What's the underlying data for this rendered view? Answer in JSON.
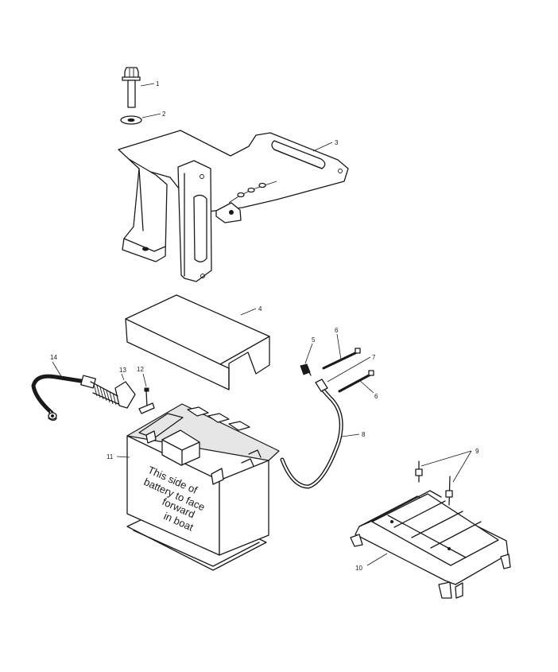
{
  "callouts": {
    "c1": "1",
    "c2": "2",
    "c3": "3",
    "c4": "4",
    "c5": "5",
    "c6a": "6",
    "c6b": "6",
    "c7": "7",
    "c8": "8",
    "c9": "9",
    "c10": "10",
    "c11": "11",
    "c12": "12",
    "c13": "13",
    "c14": "14"
  },
  "battery_label": {
    "line1": "This side of",
    "line2": "battery to face",
    "line3": "forward",
    "line4": "in boat"
  }
}
